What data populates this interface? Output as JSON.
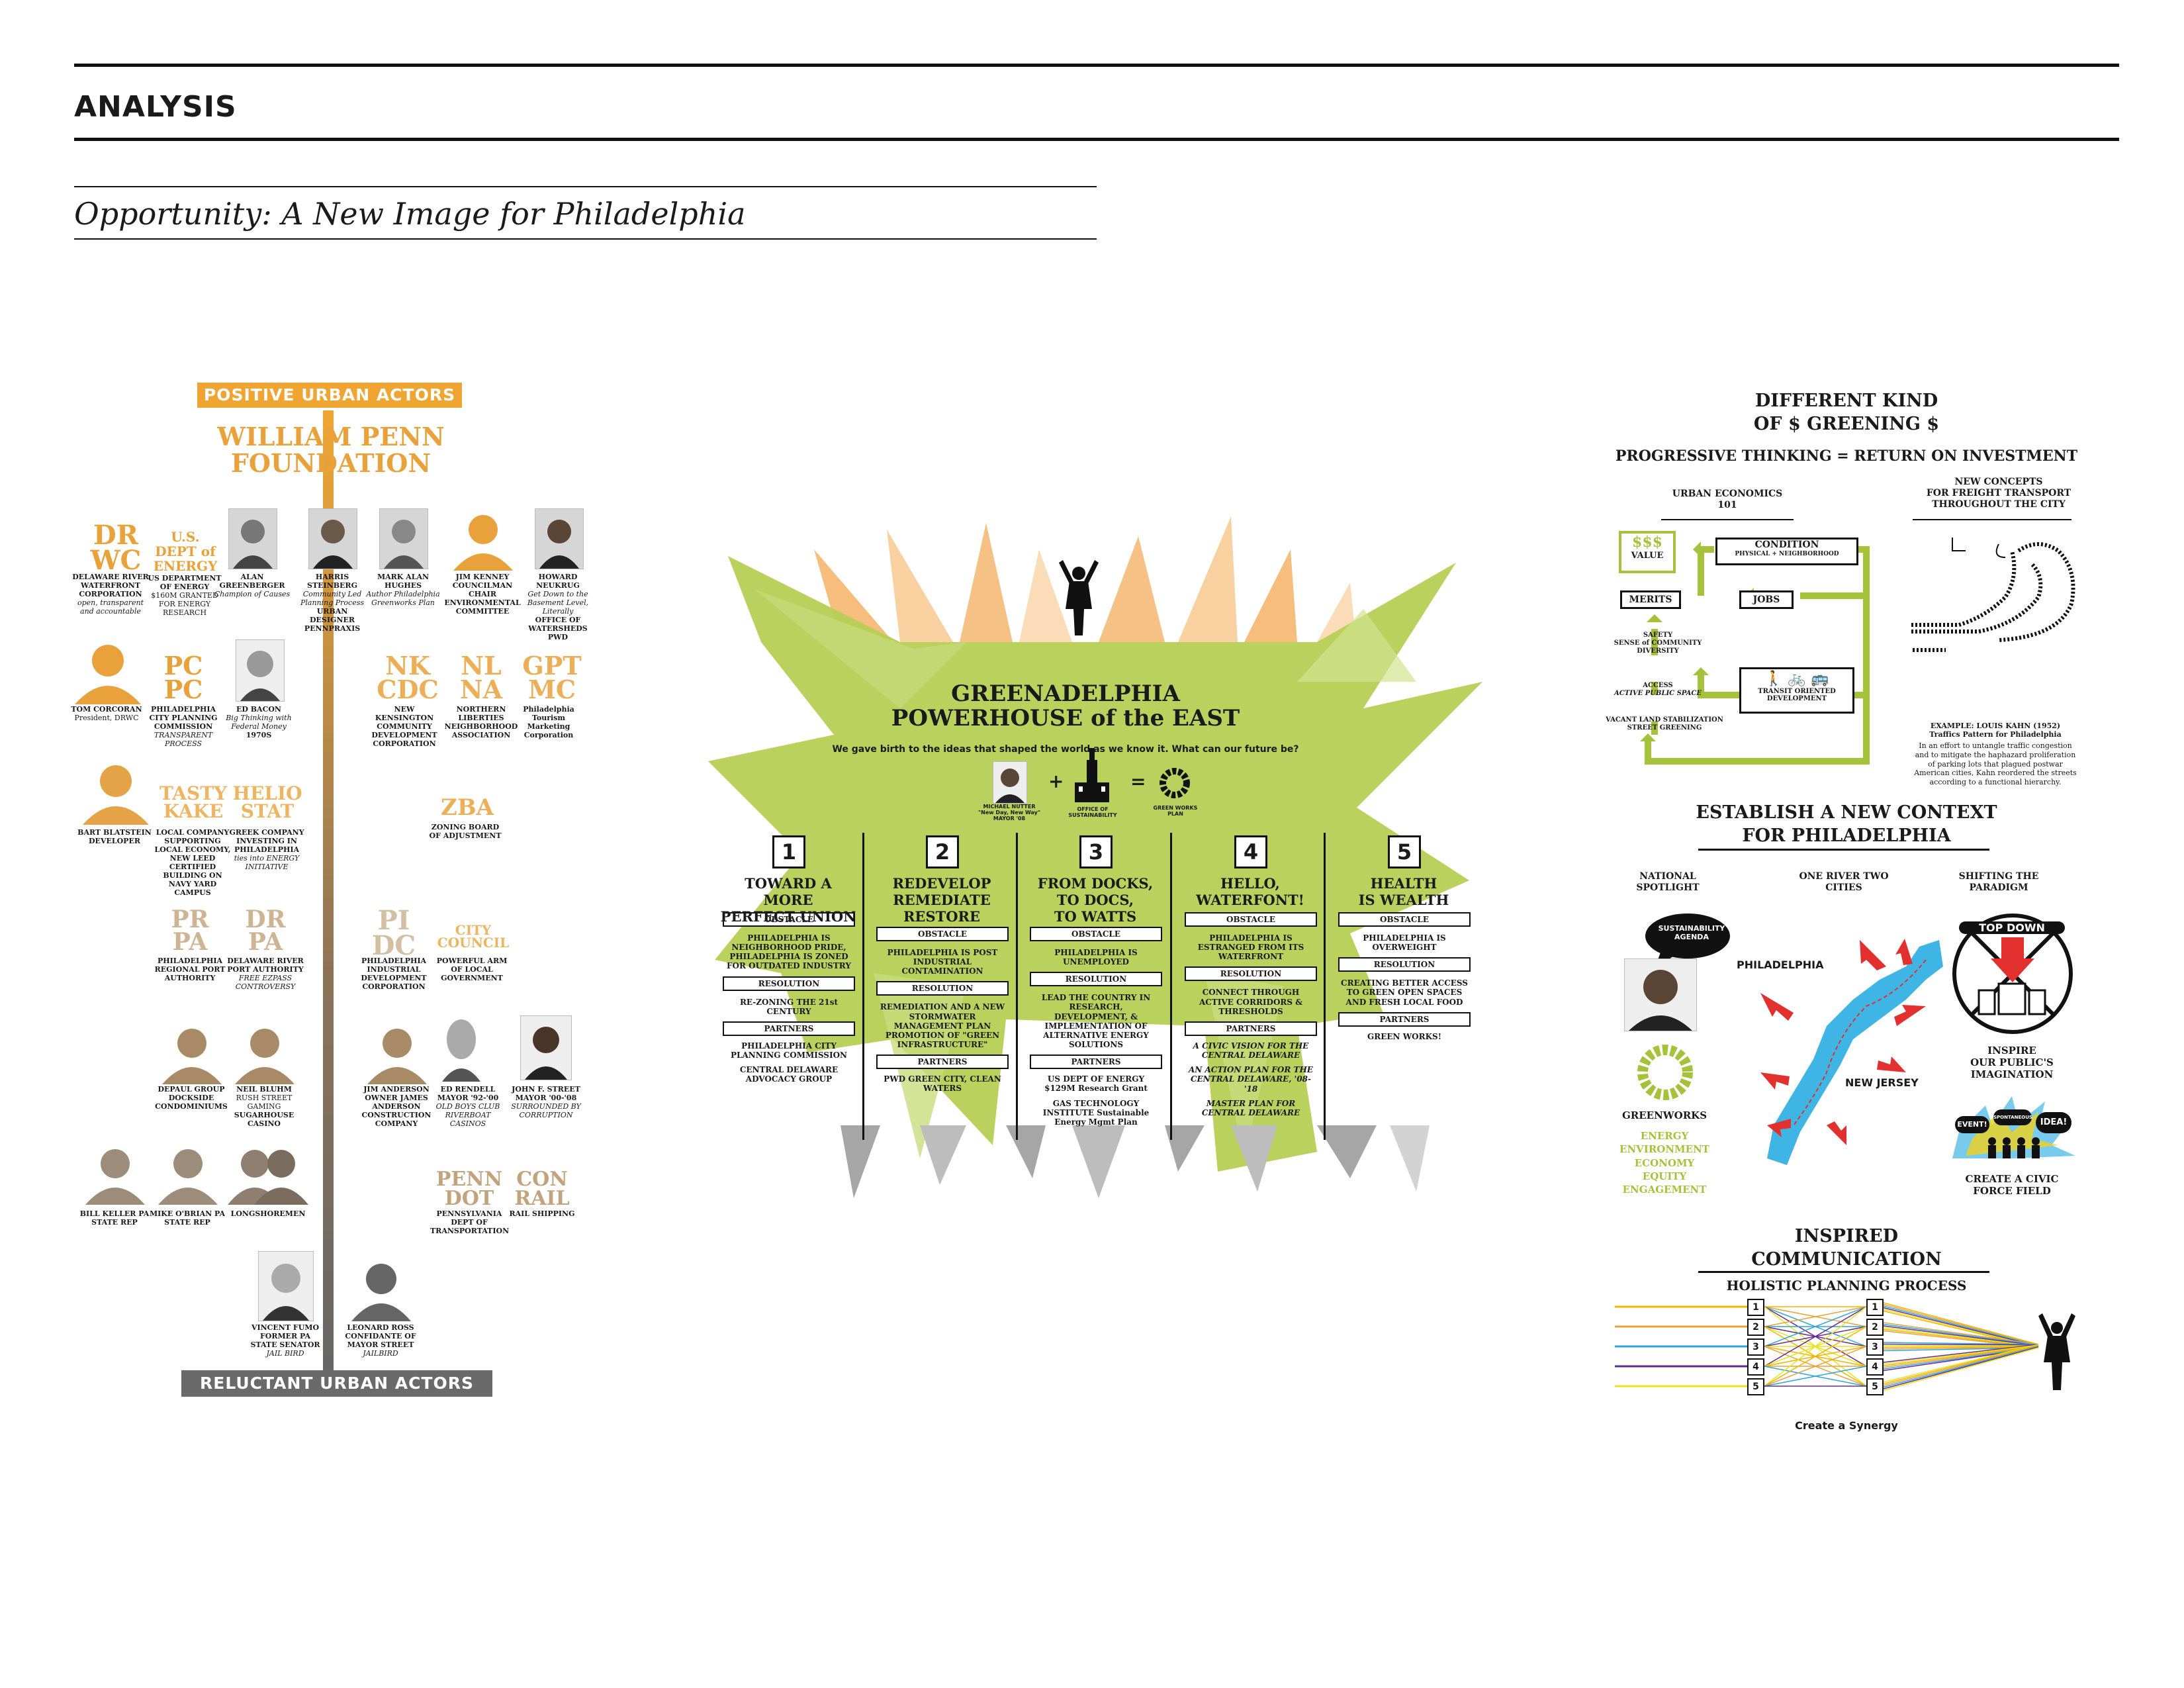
{
  "header": {
    "section": "ANALYSIS",
    "subtitle": "Opportunity: A New Image for Philadelphia"
  },
  "actors": {
    "top_banner": "POSITIVE URBAN ACTORS",
    "bottom_banner": "RELUCTANT URBAN ACTORS",
    "foundation": [
      "WILLIAM PENN",
      "FOUNDATION"
    ],
    "drwc": {
      "acro": [
        "DR",
        "WC"
      ],
      "name": "DELAWARE RIVER WATERFRONT CORPORATION",
      "note": "open, transparent and accountable"
    },
    "doe": {
      "acro": [
        "U.S.",
        "DEPT of",
        "ENERGY"
      ],
      "name": "US DEPARTMENT of ENERGY",
      "note": "$160M GRANTED FOR ENERGY RESEARCH"
    },
    "greenberger": {
      "name": "ALAN GREENBERGER",
      "note": "Champion of Causes"
    },
    "steinberg": {
      "name": "HARRIS STEINBERG",
      "note": "Community Led Planning Process",
      "extra": "URBAN DESIGNER PENNPRAXIS"
    },
    "hughes": {
      "name": "MARK ALAN HUGHES",
      "note": "Author Philadelphia Greenworks Plan"
    },
    "kenney": {
      "name": "JIM KENNEY COUNCILMAN CHAIR ENVIRONMENTAL COMMITTEE"
    },
    "neukrug": {
      "name": "HOWARD NEUKRUG",
      "note": "Get Down to the Basement Level, Literally",
      "extra": "OFFICE OF WATERSHEDS PWD"
    },
    "corcoran": {
      "name": "TOM CORCORAN",
      "note": "President, DRWC"
    },
    "pcpc": {
      "acro": [
        "PC",
        "PC"
      ],
      "name": "PHILADELPHIA CITY PLANNING COMMISSION",
      "note": "TRANSPARENT PROCESS"
    },
    "bacon": {
      "name": "ED BACON",
      "note": "Big Thinking with Federal Money",
      "extra": "1970s"
    },
    "nkcdc": {
      "acro": [
        "NK",
        "CDC"
      ],
      "name": "NEW KENSINGTON COMMUNITY DEVELOPMENT CORPORATION"
    },
    "nlna": {
      "acro": [
        "NL",
        "NA"
      ],
      "name": "NORTHERN LIBERTIES NEIGHBORHOOD ASSOCIATION"
    },
    "gptmc": {
      "acro": [
        "GPT",
        "MC"
      ],
      "name": "Philadelphia Tourism Marketing Corporation"
    },
    "blatstein": {
      "name": "BART BLATSTEIN DEVELOPER"
    },
    "tastykake": {
      "acro": [
        "TASTY",
        "KAKE"
      ],
      "name": "LOCAL COMPANY SUPPORTING LOCAL ECONOMY, NEW LEED CERTIFIED BUILDING ON NAVY YARD CAMPUS"
    },
    "heliostat": {
      "acro": [
        "HELIO",
        "STAT"
      ],
      "name": "GREEK COMPANY INVESTING in PHILADELPHIA",
      "note": "ties into ENERGY INITIATIVE"
    },
    "zba": {
      "acro": [
        "ZBA"
      ],
      "name": "ZONING BOARD of ADJUSTMENT"
    },
    "prpa": {
      "acro": [
        "PR",
        "PA"
      ],
      "name": "PHILADELPHIA REGIONAL PORT AUTHORITY"
    },
    "drpa": {
      "acro": [
        "DR",
        "PA"
      ],
      "name": "DELAWARE RIVER PORT AUTHORITY",
      "note": "FREE EZPASS CONTROVERSY"
    },
    "pidc": {
      "acro": [
        "PI",
        "DC"
      ],
      "name": "PHILADELPHIA INDUSTRIAL DEVELOPMENT CORPORATION"
    },
    "council": {
      "acro": [
        "CITY",
        "COUNCIL"
      ],
      "name": "POWERFUL ARM of LOCAL GOVERNMENT"
    },
    "depaul": {
      "name": "DEPAUL GROUP DOCKSIDE CONDOMINIUMS"
    },
    "bluhm": {
      "name": "NEIL BLUHM",
      "note": "RUSH STREET GAMING",
      "extra": "SUGARHOUSE CASINO"
    },
    "anderson": {
      "name": "JIM ANDERSON OWNER JAMES ANDERSON CONSTRUCTION COMPANY"
    },
    "rendell": {
      "name": "ED RENDELL MAYOR '92-'00",
      "note": "OLD BOYS CLUB RIVERBOAT CASINOS"
    },
    "street": {
      "name": "JOHN F. STREET MAYOR '00-'08",
      "note": "SURROUNDED BY CORRUPTION"
    },
    "penndot": {
      "acro": [
        "PENN",
        "DOT"
      ],
      "name": "PENNSYLVANIA DEPT of TRANSPORTATION"
    },
    "conrail": {
      "acro": [
        "CON",
        "RAIL"
      ],
      "name": "RAIL SHIPPING"
    },
    "keller": {
      "name": "BILL KELLER PA STATE REP"
    },
    "obrian": {
      "name": "MIKE O'BRIAN PA STATE REP"
    },
    "longshoremen": {
      "name": "LONGSHOREMEN"
    },
    "fumo": {
      "name": "VINCENT FUMO FORMER PA STATE SENATOR",
      "note": "JAIL BIRD"
    },
    "ross": {
      "name": "LEONARD ROSS CONFIDANTE of MAYOR STREET",
      "note": "JAILBIRD"
    }
  },
  "powerhouse": {
    "title1": "GREENADELPHIA",
    "title2": "POWERHOUSE of the EAST",
    "tagline": "We gave birth to the ideas that shaped the world as we know it. What can our future be?",
    "eq_person": "MICHAEL NUTTER",
    "eq_person_note": "\"New Day, New Way\"",
    "eq_person_year": "MAYOR '08",
    "eq_office": "OFFICE OF SUSTAINABILITY",
    "eq_plan": "GREEN WORKS PLAN",
    "plus": "+",
    "equals": "=",
    "labels": {
      "obstacle": "OBSTACLE",
      "resolution": "RESOLUTION",
      "partners": "PARTNERS"
    },
    "columns": [
      {
        "num": "1",
        "title": [
          "TOWARD A MORE",
          "PERFECT UNION"
        ],
        "obstacle": "PHILADELPHIA IS NEIGHBORHOOD PRIDE, PHILADELPHIA IS ZONED FOR OUTDATED INDUSTRY",
        "resolution": "RE-ZONING THE 21st CENTURY",
        "partners": [
          "PHILADELPHIA CITY PLANNING COMMISSION",
          "CENTRAL DELAWARE ADVOCACY GROUP"
        ]
      },
      {
        "num": "2",
        "title": [
          "REDEVELOP",
          "REMEDIATE",
          "RESTORE"
        ],
        "obstacle": "PHILADELPHIA IS POST INDUSTRIAL CONTAMINATION",
        "resolution": "REMEDIATION AND A NEW STORMWATER MANAGEMENT PLAN PROMOTION OF \"GREEN INFRASTRUCTURE\"",
        "partners": [
          "PWD GREEN CITY, CLEAN WATERS"
        ]
      },
      {
        "num": "3",
        "title": [
          "FROM DOCKS,",
          "TO DOCS,",
          "TO WATTS"
        ],
        "obstacle": "PHILADELPHIA IS UNEMPLOYED",
        "resolution": "LEAD THE COUNTRY IN RESEARCH, DEVELOPMENT, & IMPLEMENTATION OF ALTERNATIVE ENERGY SOLUTIONS",
        "partners": [
          "US DEPT OF ENERGY $129M Research Grant",
          "GAS TECHNOLOGY INSTITUTE Sustainable Energy Mgmt Plan"
        ]
      },
      {
        "num": "4",
        "title": [
          "HELLO,",
          "WATERFONT!"
        ],
        "obstacle": "PHILADELPHIA IS ESTRANGED FROM ITS WATERFRONT",
        "resolution": "CONNECT THROUGH ACTIVE CORRIDORS & THRESHOLDS",
        "partners": [
          "A CIVIC VISION FOR THE CENTRAL DELAWARE",
          "AN ACTION PLAN FOR THE CENTRAL DELAWARE, '08-'18",
          "MASTER PLAN FOR CENTRAL DELAWARE"
        ]
      },
      {
        "num": "5",
        "title": [
          "HEALTH",
          "IS WEALTH"
        ],
        "obstacle": "PHILADELPHIA IS OVERWEIGHT",
        "resolution": "CREATING BETTER ACCESS TO GREEN OPEN SPACES AND FRESH LOCAL FOOD",
        "partners": [
          "GREEN WORKS!"
        ]
      }
    ]
  },
  "greening": {
    "title": [
      "DIFFERENT KIND",
      "OF $ GREENING $"
    ],
    "subtitle": "PROGRESSIVE THINKING = RETURN ON INVESTMENT",
    "urban_econ": [
      "URBAN ECONOMICS",
      "101"
    ],
    "freight": [
      "NEW CONCEPTS",
      "FOR FREIGHT TRANSPORT",
      "THROUGHOUT THE CITY"
    ],
    "value_sym": "$$$",
    "value": "VALUE",
    "condition": "CONDITION",
    "condition_sub": "PHYSICAL + NEIGHBORHOOD",
    "merits": "MERITS",
    "jobs": "JOBS",
    "safety": [
      "SAFETY",
      "SENSE of COMMUNITY",
      "DIVERSITY"
    ],
    "access": [
      "ACCESS",
      "ACTIVE PUBLIC SPACE"
    ],
    "vacant": [
      "VACANT LAND STABILIZATION",
      "STREET GREENING"
    ],
    "tod": [
      "TRANSIT ORIENTED",
      "DEVELOPMENT"
    ],
    "kahn_title": [
      "EXAMPLE: LOUIS KAHN (1952)",
      "Traffics Pattern for Philadelphia"
    ],
    "kahn_text": [
      "In an effort to untangle traffic congestion",
      "and to mitigate the haphazard proliferation",
      "of parking lots that plagued postwar",
      "American cities, Kahn reordered the streets",
      "according to a functional hierarchy."
    ]
  },
  "context": {
    "title": [
      "ESTABLISH A NEW CONTEXT",
      "FOR PHILADELPHIA"
    ],
    "col1": [
      "NATIONAL",
      "SPOTLIGHT"
    ],
    "col2": [
      "ONE RIVER TWO",
      "CITIES"
    ],
    "col3": [
      "SHIFTING THE",
      "PARADIGM"
    ],
    "bubble": [
      "SUSTAINABILITY",
      "AGENDA"
    ],
    "greenworks": "GREENWORKS",
    "gw_list": [
      "ENERGY",
      "ENVIRONMENT",
      "ECONOMY",
      "EQUITY",
      "ENGAGEMENT"
    ],
    "philadelphia": "PHILADELPHIA",
    "new_jersey": "NEW JERSEY",
    "top_down": "TOP DOWN",
    "inspire": [
      "INSPIRE",
      "OUR PUBLIC'S",
      "IMAGINATION"
    ],
    "bubbles": [
      "EVENT!",
      "SPONTANEOUS",
      "IDEA!"
    ],
    "civic": [
      "CREATE A CIVIC",
      "FORCE FIELD"
    ]
  },
  "communication": {
    "title": [
      "INSPIRED",
      "COMMUNICATION"
    ],
    "subtitle": "HOLISTIC PLANNING PROCESS",
    "numbers": [
      "1",
      "2",
      "3",
      "4",
      "5"
    ],
    "caption": "Create a Synergy",
    "line_colors": [
      "#f0b400",
      "#e9a23b",
      "#2fa6d8",
      "#6a2b8f",
      "#e8e31e"
    ]
  }
}
